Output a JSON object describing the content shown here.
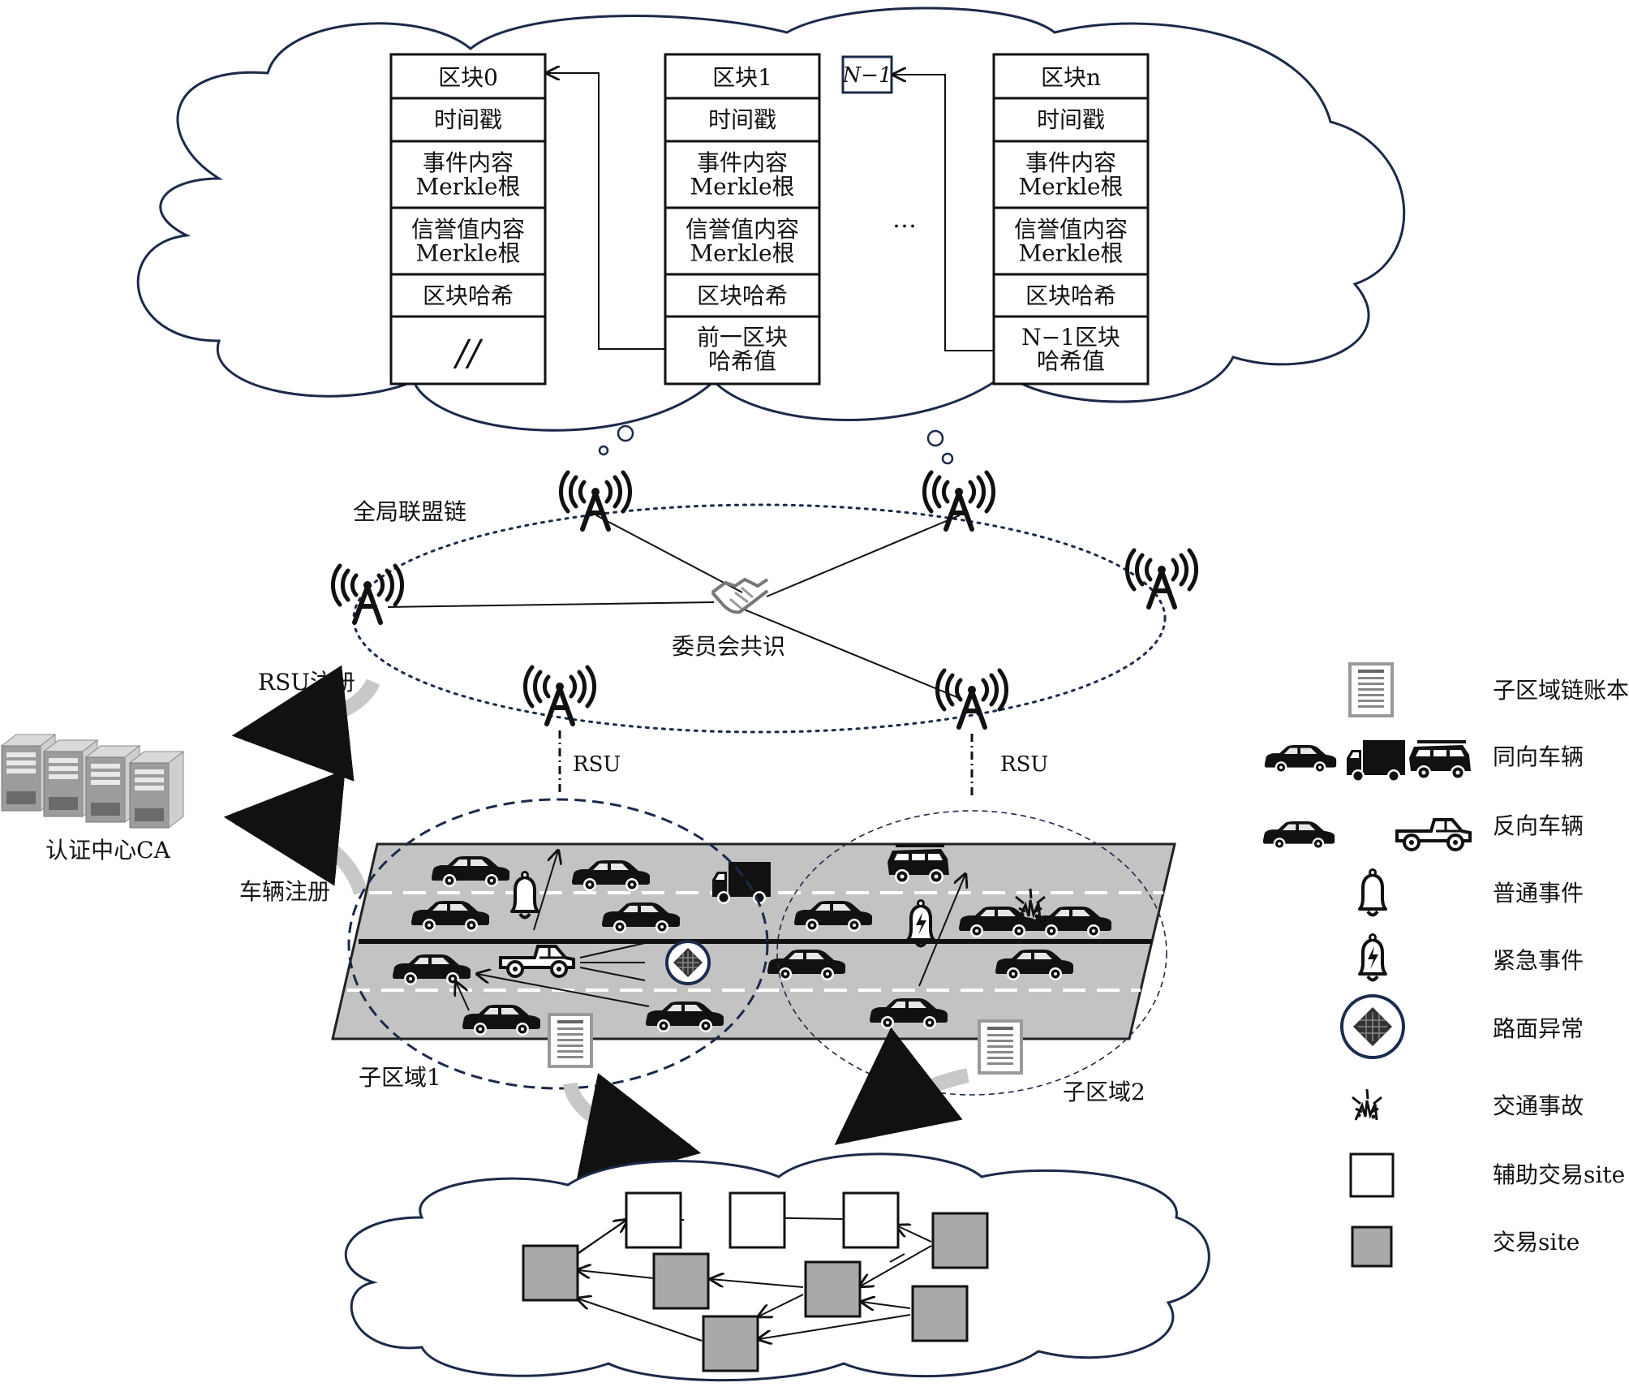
{
  "blocks": [
    {
      "header": "区块0",
      "rows": [
        "时间戳",
        "事件内容\nMerkle根",
        "信誉值内容\nMerkle根",
        "区块哈希",
        "//"
      ]
    },
    {
      "header": "区块1",
      "rows": [
        "时间戳",
        "事件内容\nMerkle根",
        "信誉值内容\nMerkle根",
        "区块哈希",
        "前一区块\n哈希值"
      ]
    },
    {
      "header": "区块n",
      "rows": [
        "时间戳",
        "事件内容\nMerkle根",
        "信誉值内容\nMerkle根",
        "区块哈希",
        "N−1区块\n哈希值"
      ]
    }
  ],
  "n_minus_1_box": "N−1",
  "ellipsis": "…",
  "labels": {
    "global_chain": "全局联盟链",
    "committee": "委员会共识",
    "rsu_register": "RSU注册",
    "vehicle_register": "车辆注册",
    "ca": "认证中心CA",
    "rsu_left": "RSU",
    "rsu_right": "RSU",
    "subarea1": "子区域1",
    "subarea2": "子区域2"
  },
  "legend": [
    {
      "icon": "ledger-icon",
      "label": "子区域链账本"
    },
    {
      "icon": "same-direction-vehicles-icon",
      "label": "同向车辆"
    },
    {
      "icon": "opposite-direction-vehicles-icon",
      "label": "反向车辆"
    },
    {
      "icon": "bell-icon",
      "label": "普通事件"
    },
    {
      "icon": "emergency-bell-icon",
      "label": "紧急事件"
    },
    {
      "icon": "road-anomaly-icon",
      "label": "路面异常"
    },
    {
      "icon": "accident-icon",
      "label": "交通事故"
    },
    {
      "icon": "white-square-icon",
      "label": "辅助交易site"
    },
    {
      "icon": "gray-square-icon",
      "label": "交易site"
    }
  ]
}
